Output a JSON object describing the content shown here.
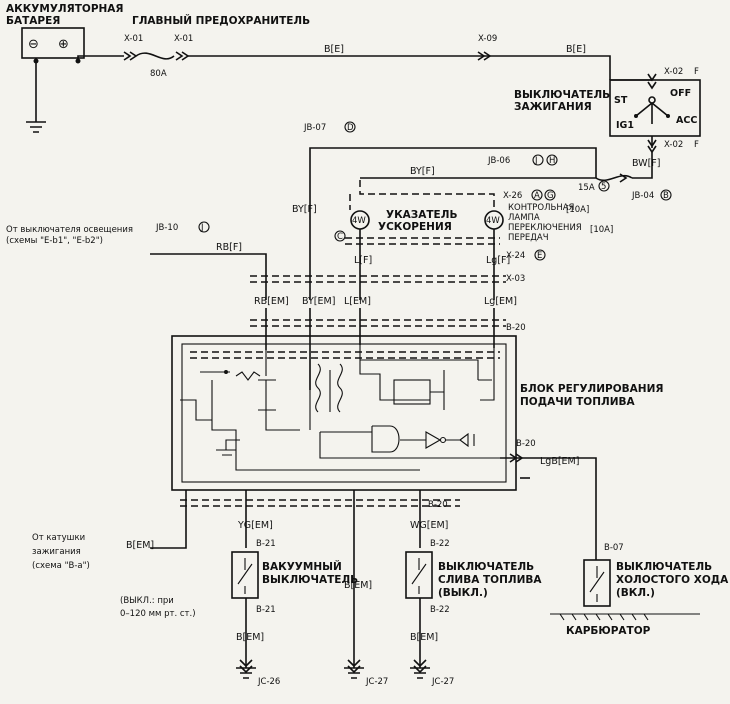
{
  "battery": {
    "title_line1": "АККУМУЛЯТОРНАЯ",
    "title_line2": "БАТАРЕЯ",
    "minus": "⊖",
    "plus": "⊕"
  },
  "main_fuse": {
    "title": "ГЛАВНЫЙ ПРЕДОХРАНИТЕЛЬ",
    "conn_left": "X-01",
    "conn_right": "X-01",
    "rating": "80A"
  },
  "top_wire": {
    "label1": "B[E]",
    "conn": "X-09",
    "label2": "B[E]"
  },
  "ignition": {
    "conn_top": "X-02",
    "conn_top_code": "F",
    "title_line1": "ВЫКЛЮЧАТЕЛЬ",
    "title_line2": "ЗАЖИГАНИЯ",
    "pos_st": "ST",
    "pos_off": "OFF",
    "pos_ig": "IG1",
    "pos_acc": "ACC",
    "conn_bottom": "X-02",
    "conn_bottom_code": "F",
    "wire_out": "BW[F]"
  },
  "junctions": {
    "jb07": "JB-07",
    "jb07_code": "D",
    "jb06": "JB-06",
    "jb06_code1": "J",
    "jb06_code2": "H",
    "x26": "X-26",
    "x26_code1": "A",
    "x26_code2": "G",
    "fuse15": "15A",
    "fuse15_code": "5",
    "jb04": "JB-04",
    "jb04_code": "B",
    "fuse10": "[10A]",
    "fuse10b": "[10A]",
    "jb10": "JB-10",
    "jb10_code": "J",
    "x24": "X-24",
    "x24_code": "E",
    "x03": "X-03",
    "b20_top": "B-20",
    "b20_right": "B-20",
    "b20_bottom": "B-20"
  },
  "wires": {
    "by_f_top": "BY[F]",
    "by_f_left": "BY[F]",
    "rb_f": "RB[F]",
    "l_f": "L[F]",
    "lg_f": "Lg[F]",
    "rb_em": "RB[EM]",
    "by_em": "BY[EM]",
    "l_em": "L[EM]",
    "lg_em": "Lg[EM]",
    "lgb_em": "LgB[EM]",
    "b_em_left": "B[EM]",
    "yg_em": "YG[EM]",
    "wg_em": "WG[EM]",
    "b_em_mid": "B[EM]",
    "b_em_vac": "B[EM]",
    "b_em_drain": "B[EM]"
  },
  "accel_indicator": {
    "title_line1": "УКАЗАТЕЛЬ",
    "title_line2": "УСКОРЕНИЯ",
    "lamp": "4W",
    "code": "C"
  },
  "shift_lamp": {
    "line1": "КОНТРОЛЬНАЯ",
    "line2": "ЛАМПА",
    "line3": "ПЕРЕКЛЮЧЕНИЯ",
    "line4": "ПЕРЕДАЧ",
    "lamp": "4W"
  },
  "lighting_switch": {
    "line1": "От выключателя освещения",
    "line2": "(схемы \"E-b1\", \"E-b2\")"
  },
  "fuel_unit": {
    "title_line1": "БЛОК РЕГУЛИРОВАНИЯ",
    "title_line2": "ПОДАЧИ ТОПЛИВА"
  },
  "ign_coil": {
    "line1": "От катушки",
    "line2": "зажигания",
    "line3": "(схема \"B-a\")"
  },
  "vacuum_switch": {
    "conn_top": "B-21",
    "conn_bottom": "B-21",
    "title_line1": "ВАКУУМНЫЙ",
    "title_line2": "ВЫКЛЮЧАТЕЛЬ",
    "note_line1": "(ВЫКЛ.: при",
    "note_line2": "0–120 мм рт. ст.)"
  },
  "drain_switch": {
    "conn_top": "B-22",
    "conn_bottom": "B-22",
    "title_line1": "ВЫКЛЮЧАТЕЛЬ",
    "title_line2": "СЛИВА ТОПЛИВА",
    "title_line3": "(ВЫКЛ.)"
  },
  "idle_switch": {
    "conn": "B-07",
    "title_line1": "ВЫКЛЮЧАТЕЛЬ",
    "title_line2": "ХОЛОСТОГО ХОДА",
    "title_line3": "(ВКЛ.)"
  },
  "carburetor": {
    "label": "КАРБЮРАТОР"
  },
  "grounds": {
    "jc26": "JC-26",
    "jc27a": "JC-27",
    "jc27b": "JC-27"
  }
}
